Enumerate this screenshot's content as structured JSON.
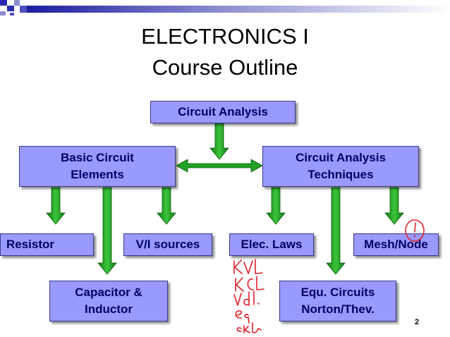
{
  "slide": {
    "title_line1": "ELECTRONICS I",
    "title_line2": "Course Outline",
    "page_number": "2"
  },
  "diagram": {
    "root": "Circuit Analysis",
    "basic_elements": "Basic Circuit\nElements",
    "techniques": "Circuit Analysis\nTechniques",
    "resistor": "Resistor",
    "vi_sources": "V/I sources",
    "capacitor_inductor": "Capacitor &\nInductor",
    "elec_laws": "Elec. Laws",
    "mesh_node": "Mesh/Node",
    "equ_circuits": "Equ. Circuits\nNorton/Thev."
  },
  "annotations": {
    "handwritten_notes": "KVL KCL Vdl. eq ckt",
    "mark": "!"
  },
  "colors": {
    "box_fill": "#9999ff",
    "box_text": "#000060",
    "arrow_green": "#22a022",
    "ink_red": "#e0202a"
  }
}
